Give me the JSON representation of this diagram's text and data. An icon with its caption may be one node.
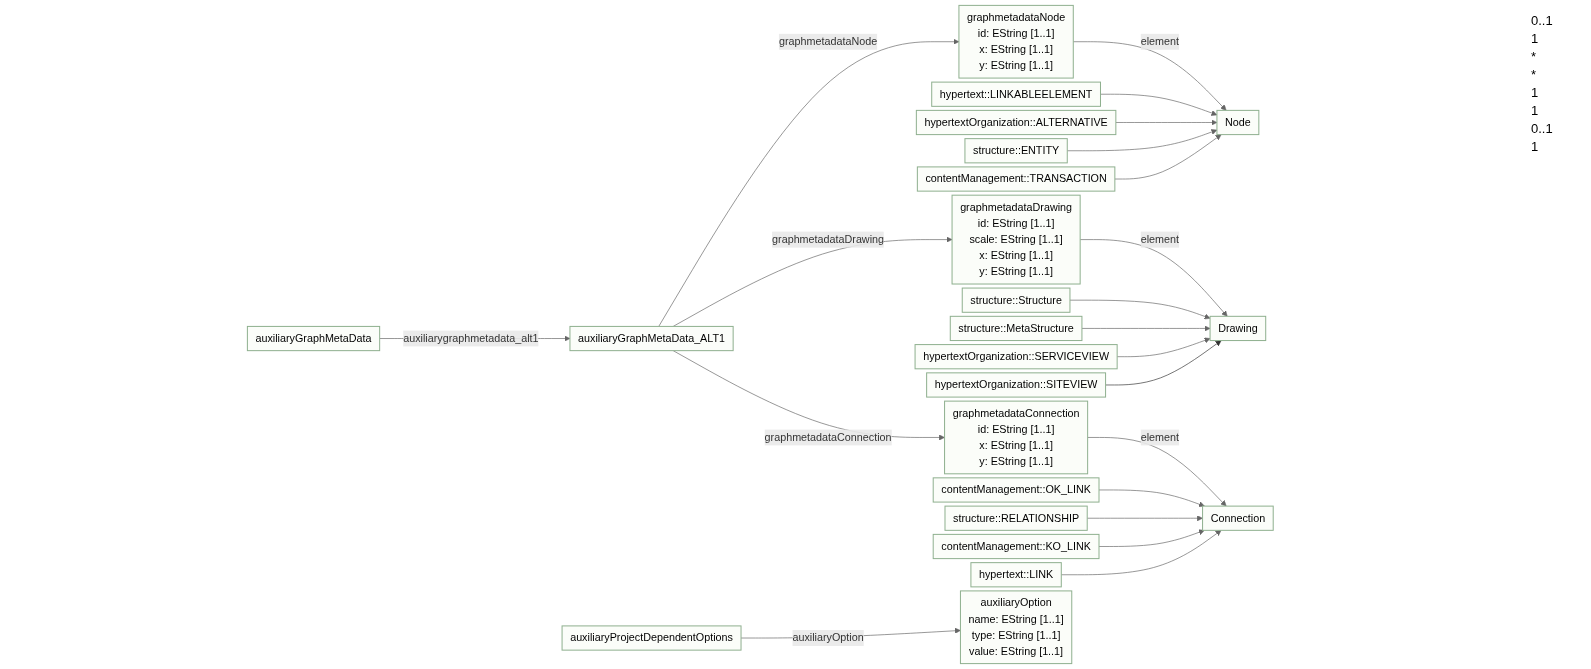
{
  "diagram": {
    "nodes": [
      {
        "text": [
          "graphmetadataNode",
          "id: EString [1..1]",
          "x: EString [1..1]",
          "y: EString [1..1]"
        ]
      },
      {
        "text": [
          "auxiliaryProjectDependentOptions"
        ]
      },
      {
        "text": [
          "auxiliaryOption",
          "name: EString [1..1]",
          "type: EString [1..1]",
          "value: EString [1..1]"
        ]
      },
      {
        "text": [
          "Node"
        ]
      },
      {
        "text": [
          "auxiliaryGraphMetaData_ALT1"
        ]
      },
      {
        "text": [
          "auxiliaryGraphMetaData"
        ]
      },
      {
        "text": [
          "hypertext::LINKABLEELEMENT"
        ]
      },
      {
        "text": [
          "hypertextOrganization::ALTERNATIVE"
        ]
      },
      {
        "text": [
          "structure::ENTITY"
        ]
      },
      {
        "text": [
          "contentManagement::TRANSACTION"
        ]
      },
      {
        "text": [
          "graphmetadataDrawing",
          "id: EString [1..1]",
          "scale: EString [1..1]",
          "x: EString [1..1]",
          "y: EString [1..1]"
        ]
      },
      {
        "text": [
          "graphmetadataConnection",
          "id: EString [1..1]",
          "x: EString [1..1]",
          "y: EString [1..1]"
        ]
      },
      {
        "text": [
          "Connection"
        ]
      },
      {
        "text": [
          "contentManagement::OK_LINK"
        ]
      },
      {
        "text": [
          "structure::RELATIONSHIP"
        ]
      },
      {
        "text": [
          "contentManagement::KO_LINK"
        ]
      },
      {
        "text": [
          "hypertext::LINK"
        ]
      },
      {
        "text": [
          "Drawing"
        ]
      },
      {
        "text": [
          "structure::Structure"
        ]
      },
      {
        "text": [
          "structure::MetaStructure"
        ]
      },
      {
        "text": [
          "hypertextOrganization::SERVICEVIEW"
        ]
      },
      {
        "text": [
          "hypertextOrganization::SITEVIEW"
        ]
      }
    ],
    "edges": [
      {
        "from": 0,
        "to": 3,
        "arrow": "to",
        "label": "element"
      },
      {
        "from": 1,
        "to": 2,
        "arrow": "to",
        "label": "auxiliaryOption"
      },
      {
        "from": 4,
        "to": 0,
        "arrow": "to",
        "label": "graphmetadataNode"
      },
      {
        "from": 5,
        "to": 4,
        "arrow": "to",
        "label": "auxiliarygraphmetadata_alt1"
      },
      {
        "from": 6,
        "to": 3,
        "arrow": "to"
      },
      {
        "from": 7,
        "to": 3,
        "arrow": "to"
      },
      {
        "from": 8,
        "to": 3,
        "arrow": "to"
      },
      {
        "from": 9,
        "to": 3,
        "arrow": "to"
      },
      {
        "from": 4,
        "to": 10,
        "arrow": "to",
        "label": "graphmetadataDrawing"
      },
      {
        "from": 4,
        "to": 11,
        "arrow": "to",
        "label": "graphmetadataConnection"
      },
      {
        "from": 11,
        "to": 12,
        "arrow": "to",
        "label": "element"
      },
      {
        "from": 13,
        "to": 12,
        "arrow": "to"
      },
      {
        "from": 14,
        "to": 12,
        "arrow": "to"
      },
      {
        "from": 15,
        "to": 12,
        "arrow": "to"
      },
      {
        "from": 16,
        "to": 12,
        "arrow": "to"
      },
      {
        "from": 10,
        "to": 17,
        "arrow": "to",
        "label": "element"
      },
      {
        "from": 18,
        "to": 17,
        "arrow": "to"
      },
      {
        "from": 19,
        "to": 17,
        "arrow": "to"
      },
      {
        "from": 20,
        "to": 17,
        "arrow": "to"
      },
      {
        "from": 21,
        "to": 17,
        "arrow": "to"
      }
    ],
    "labels": [
      "0..1",
      "1",
      "*",
      "*",
      "1",
      "1",
      "0..1",
      "1"
    ]
  }
}
